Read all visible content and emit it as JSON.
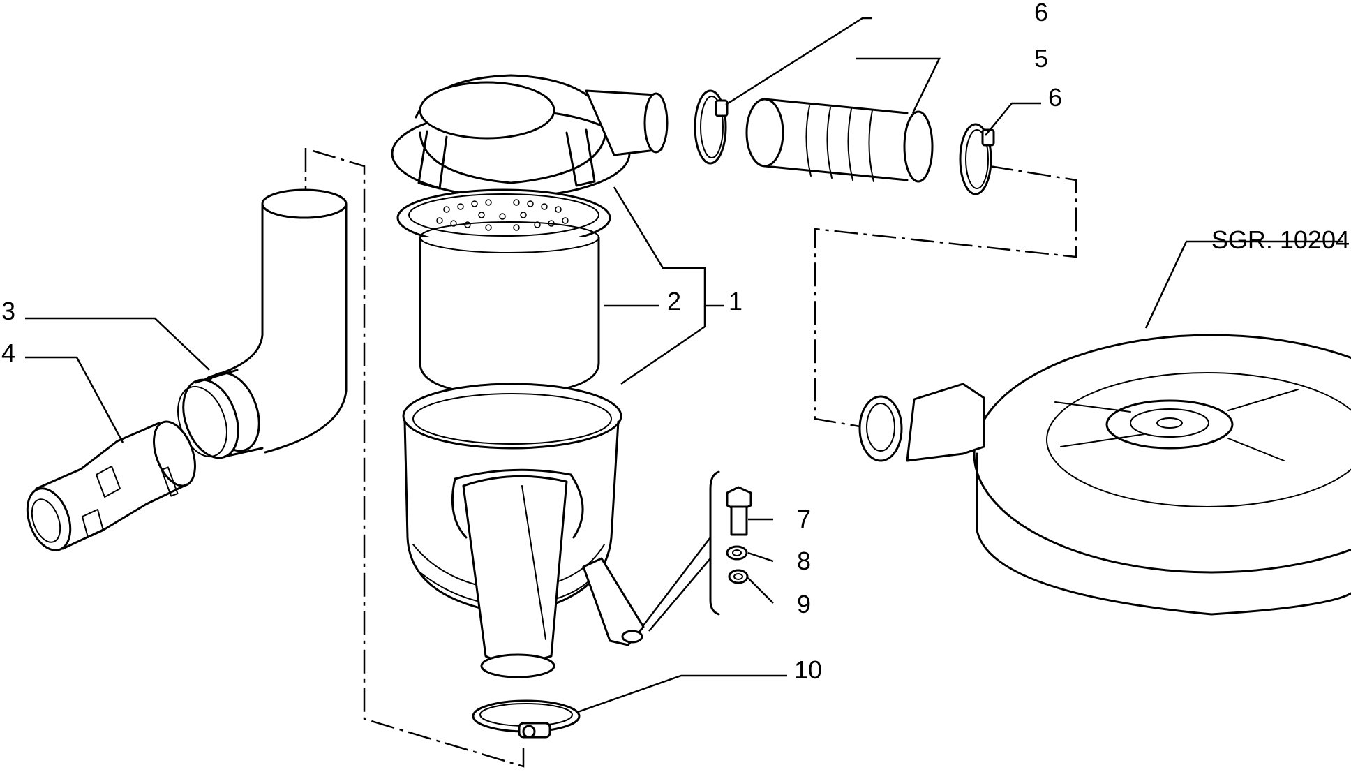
{
  "labels": {
    "part_1": "1",
    "part_2": "2",
    "part_3": "3",
    "part_4": "4",
    "part_5": "5",
    "part_6_top": "6",
    "part_6_right": "6",
    "part_7": "7",
    "part_8": "8",
    "part_9": "9",
    "part_10": "10",
    "reference_group": "SGR. 10204"
  }
}
